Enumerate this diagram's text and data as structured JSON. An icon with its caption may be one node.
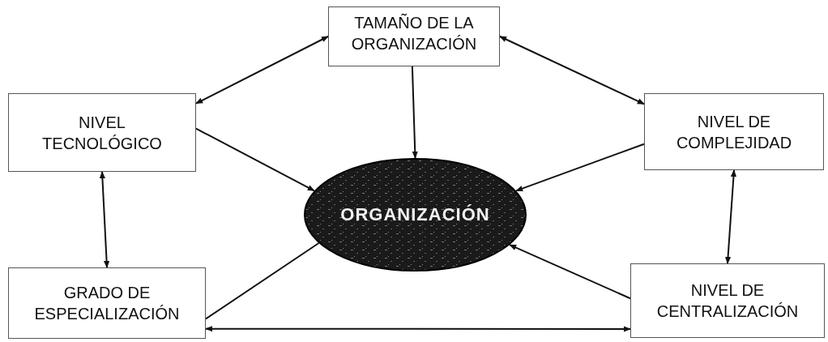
{
  "diagram": {
    "nodes": [
      {
        "text": [
          "TAMAÑO DE LA ORGANIZACIÓN"
        ]
      },
      {
        "text": [
          "NIVEL TECNOLÓGICO"
        ]
      },
      {
        "text": [
          "NIVEL DE COMPLEJIDAD"
        ]
      },
      {
        "text": [
          "ORGANIZACIÓN"
        ]
      },
      {
        "text": [
          "GRADO DE ESPECIALIZACIÓN"
        ]
      },
      {
        "text": [
          "NIVEL DE CENTRALIZACIÓN"
        ]
      }
    ],
    "edges": [
      {
        "from": 0,
        "to": 1,
        "arrow": "both"
      },
      {
        "from": 0,
        "to": 2,
        "arrow": "both"
      },
      {
        "from": 0,
        "to": 3,
        "arrow": "to"
      },
      {
        "from": 1,
        "to": 3,
        "arrow": "to"
      },
      {
        "from": 2,
        "to": 3,
        "arrow": "to"
      },
      {
        "from": 1,
        "to": 4,
        "arrow": "both"
      },
      {
        "from": 2,
        "to": 5,
        "arrow": "both"
      },
      {
        "from": 4,
        "to": 3,
        "arrow": "none"
      },
      {
        "from": 5,
        "to": 3,
        "arrow": "to"
      },
      {
        "from": 4,
        "to": 5,
        "arrow": "both"
      }
    ]
  }
}
